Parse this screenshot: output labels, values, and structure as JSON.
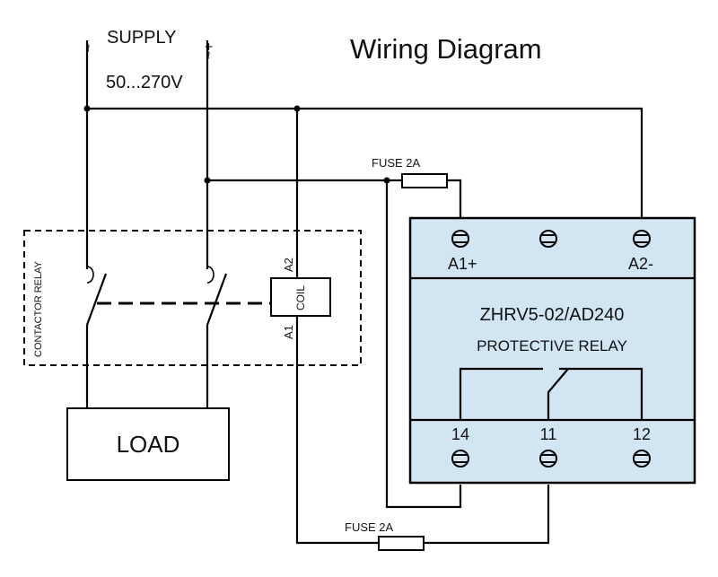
{
  "title": "Wiring Diagram",
  "supply": {
    "label": "SUPPLY",
    "voltage": "50...270V",
    "left_symbol": "~",
    "right_symbol": "~+"
  },
  "contactor": {
    "label": "CONTACTOR RELAY",
    "coil_label": "COIL",
    "a1": "A1",
    "a2": "A2"
  },
  "load": {
    "label": "LOAD"
  },
  "fuses": {
    "top": "FUSE 2A",
    "bottom": "FUSE  2A"
  },
  "relay": {
    "model": "ZHRV5-02/AD240",
    "description": "PROTECTIVE RELAY",
    "terminals_top": [
      "A1+",
      "A2-"
    ],
    "terminals_bottom": [
      "14",
      "11",
      "12"
    ]
  },
  "colors": {
    "relay_fill": "#d2e5f2",
    "line": "#000000",
    "background": "#ffffff"
  }
}
